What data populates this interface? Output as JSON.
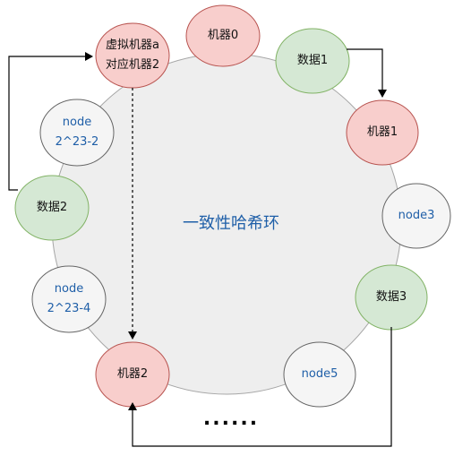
{
  "title": "一致性哈希环",
  "ellipsis": "......",
  "colors": {
    "ring_fill": "#eeeeee",
    "ring_stroke": "#a6a6a6",
    "machine_fill": "#f8cecc",
    "machine_stroke": "#b85450",
    "data_fill": "#d5e8d4",
    "data_stroke": "#82b366",
    "node_fill": "#f5f5f5",
    "node_stroke": "#666666",
    "node_text": "#1f5fa8",
    "dark_text": "#111111",
    "arrow": "#000000"
  },
  "nodes": {
    "machine0": {
      "kind": "machine",
      "lines": [
        "机器0"
      ]
    },
    "vmachine_a": {
      "kind": "machine",
      "lines": [
        "虚拟机器a",
        "对应机器2"
      ]
    },
    "data1": {
      "kind": "data",
      "lines": [
        "数据1"
      ]
    },
    "machine1": {
      "kind": "machine",
      "lines": [
        "机器1"
      ]
    },
    "node_2_23_2": {
      "kind": "node",
      "lines": [
        "node",
        "2^23-2"
      ]
    },
    "data2": {
      "kind": "data",
      "lines": [
        "数据2"
      ]
    },
    "node3": {
      "kind": "node",
      "lines": [
        "node3"
      ]
    },
    "node_2_23_4": {
      "kind": "node",
      "lines": [
        "node",
        "2^23-4"
      ]
    },
    "data3": {
      "kind": "data",
      "lines": [
        "数据3"
      ]
    },
    "machine2": {
      "kind": "machine",
      "lines": [
        "机器2"
      ]
    },
    "node5": {
      "kind": "node",
      "lines": [
        "node5"
      ]
    }
  }
}
